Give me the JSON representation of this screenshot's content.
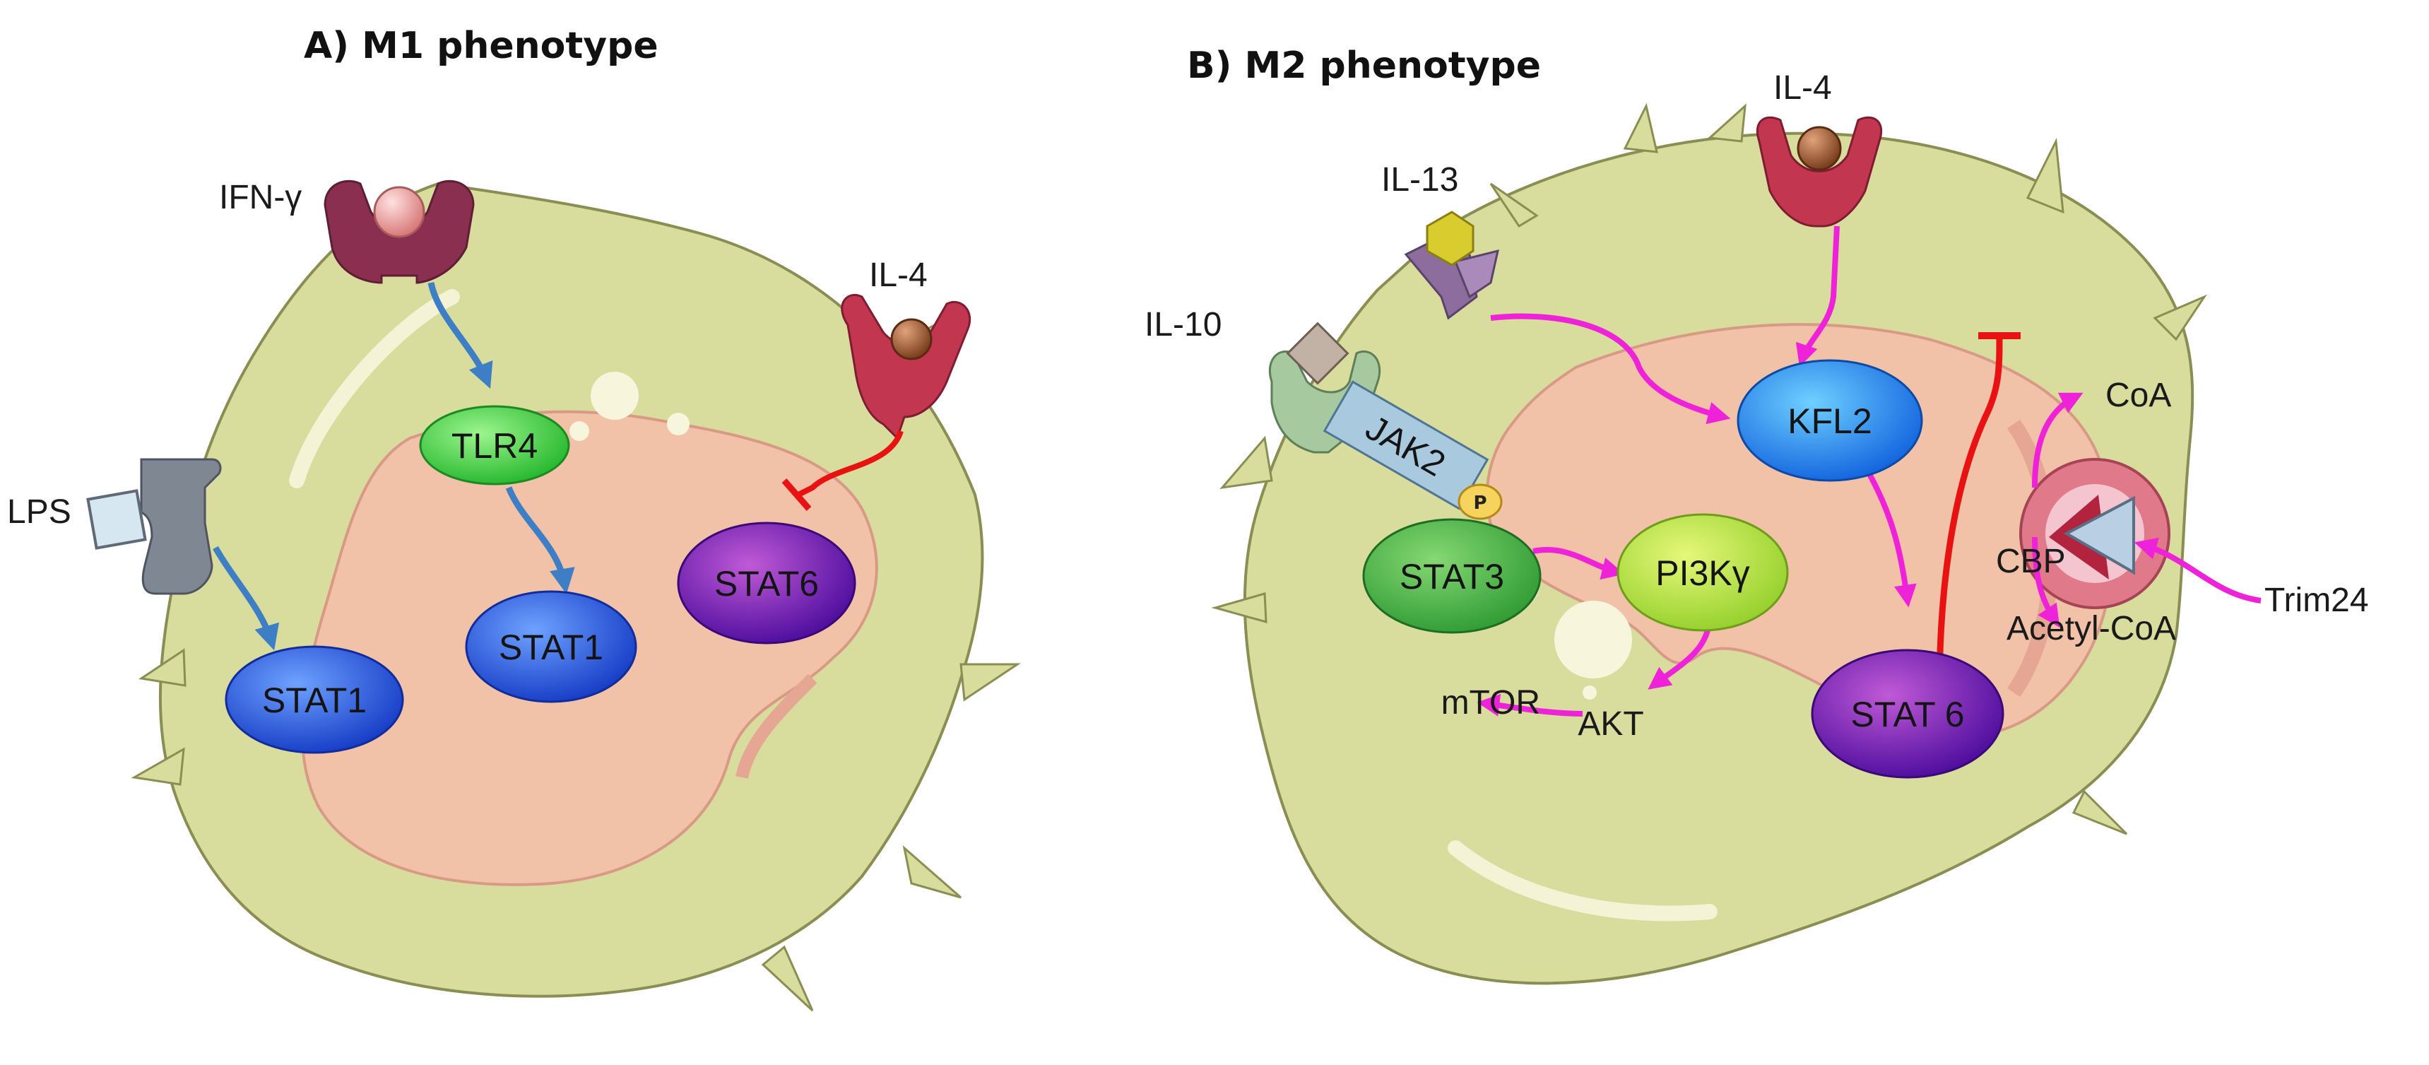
{
  "panels": {
    "m1": {
      "title": "A) M1 phenotype",
      "ligands": {
        "ifn": "IFN-γ",
        "lps": "LPS",
        "il4": "IL-4"
      },
      "nodes": {
        "tlr4": "TLR4",
        "stat1_a": "STAT1",
        "stat1_b": "STAT1",
        "stat6": "STAT6"
      }
    },
    "m2": {
      "title": "B) M2 phenotype",
      "ligands": {
        "il4": "IL-4",
        "il13": "IL-13",
        "il10": "IL-10",
        "trim24": "Trim24"
      },
      "nodes": {
        "jak2": "JAK2",
        "p": "P",
        "stat3": "STAT3",
        "pi3k": "PI3Kγ",
        "kfl2": "KFL2",
        "stat6": "STAT 6",
        "akt": "AKT",
        "mtor": "mTOR",
        "coa": "CoA",
        "cbp": "CBP",
        "acetyl_coa": "Acetyl-CoA"
      }
    }
  },
  "colors": {
    "cytoplasm": "#d8dc9c",
    "nucleus": "#f2c2a8",
    "blue_arrow": "#3d7ec5",
    "magenta_arrow": "#ee22d8",
    "inhibit_red": "#e81212",
    "stat1": "#1d4fd6",
    "tlr4": "#3fd63f",
    "stat6_purple": "#6a12b0",
    "stat3": "#3cae3c",
    "pi3k": "#b9e43a",
    "kfl2": "#1c8fea",
    "jak2": "#a9c9df"
  },
  "icons": [
    "receptor-icon",
    "ligand-sphere-icon",
    "ligand-hexagon-icon",
    "ligand-square-icon"
  ]
}
